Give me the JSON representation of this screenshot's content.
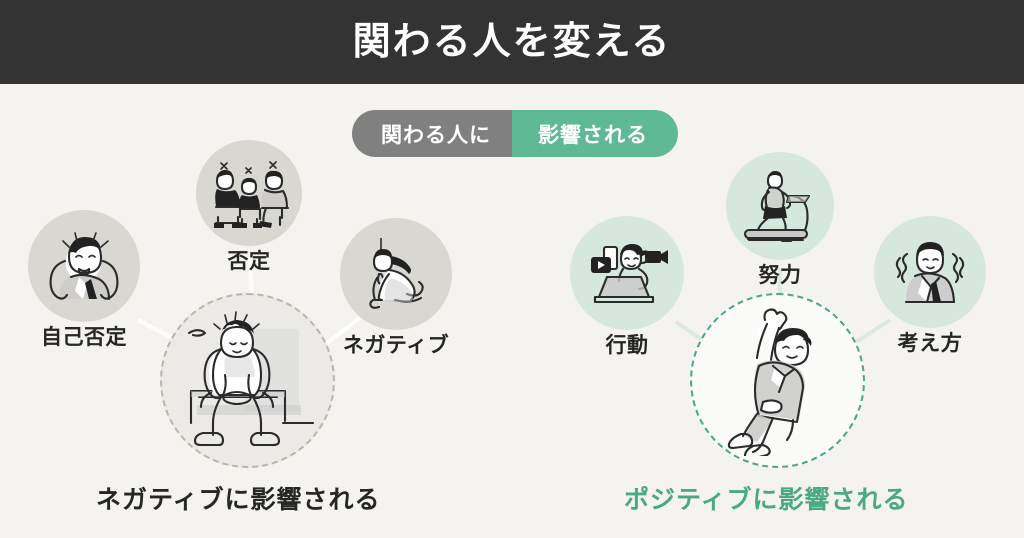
{
  "header": {
    "title": "関わる人を変える"
  },
  "badge": {
    "left_text": "関わる人に",
    "right_text": "影響される",
    "left_color": "#808080",
    "right_color": "#5fb994"
  },
  "negative_side": {
    "hub": {
      "name": "depressed-person-illustration",
      "border_color": "#b9b5ad",
      "fill_color": "#eceae6",
      "border_style": "dashed"
    },
    "nodes": [
      {
        "label": "自己否定",
        "icon": "stressed-man-icon",
        "circle_color": "#d9d7d2"
      },
      {
        "label": "否定",
        "icon": "seated-group-icon",
        "circle_color": "#d9d7d2"
      },
      {
        "label": "ネガティブ",
        "icon": "crying-woman-icon",
        "circle_color": "#d9d7d2"
      }
    ],
    "caption": "ネガティブに影響される",
    "caption_color": "#262626"
  },
  "positive_side": {
    "hub": {
      "name": "celebrating-man-illustration",
      "border_color": "#4aa883",
      "fill_color": "#fbfbf9",
      "border_style": "dashed"
    },
    "nodes": [
      {
        "label": "行動",
        "icon": "video-camera-laptop-icon",
        "circle_color": "#d6e7dd"
      },
      {
        "label": "努力",
        "icon": "treadmill-runner-icon",
        "circle_color": "#d6e7dd"
      },
      {
        "label": "考え方",
        "icon": "thinking-man-icon",
        "circle_color": "#d6e7dd"
      }
    ],
    "caption": "ポジティブに影響される",
    "caption_color": "#4aa883"
  },
  "theme": {
    "background": "#f4f3ef",
    "header_background": "#333333",
    "header_text": "#ffffff",
    "accent_green": "#4aa883",
    "neutral_gray": "#808080"
  }
}
